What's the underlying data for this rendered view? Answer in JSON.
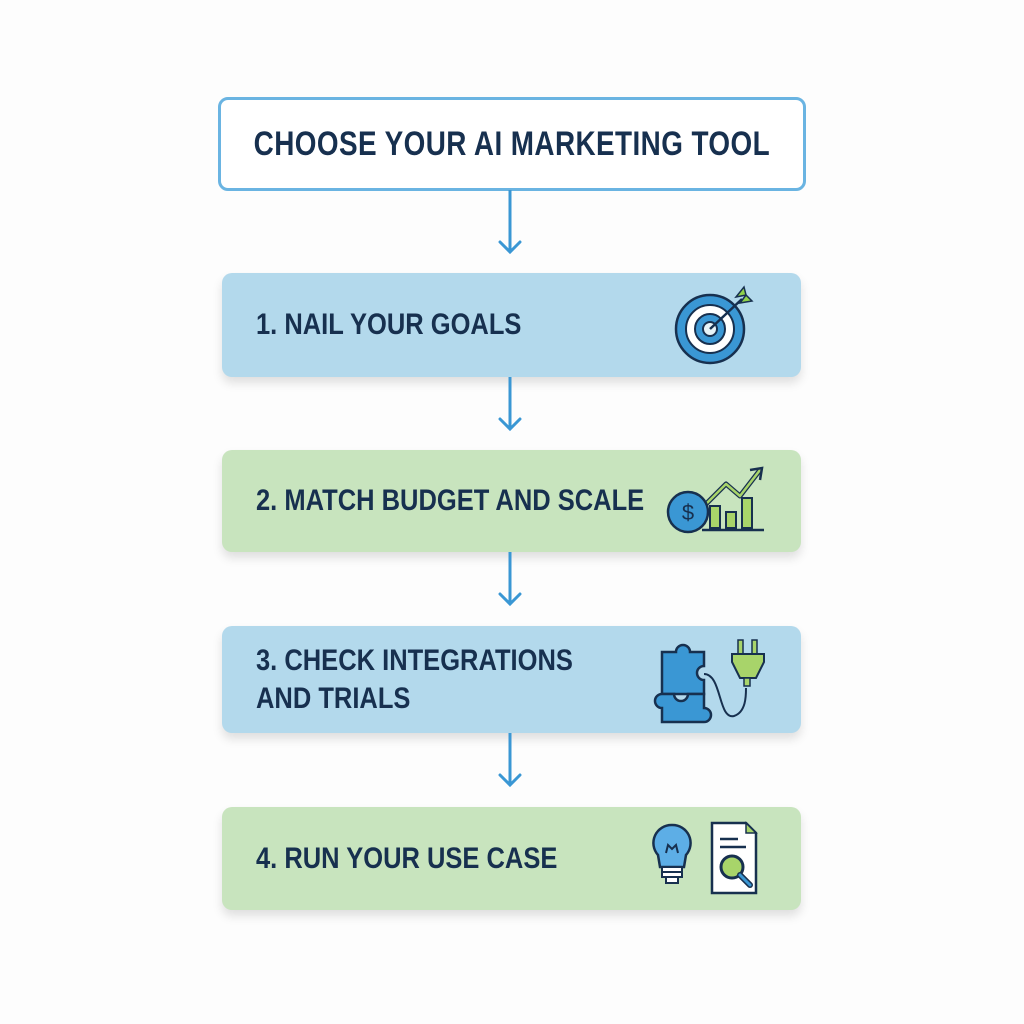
{
  "title": "CHOOSE YOUR AI MARKETING TOOL",
  "steps": [
    {
      "label": "1. NAIL YOUR GOALS",
      "icon": "target-icon",
      "color": "#b3d9ec"
    },
    {
      "label": "2. MATCH BUDGET AND SCALE",
      "icon": "budget-growth-icon",
      "color": "#c8e4be"
    },
    {
      "label": "3. CHECK INTEGRATIONS\nAND TRIALS",
      "icon": "puzzle-plug-icon",
      "color": "#b3d9ec"
    },
    {
      "label": "4. RUN YOUR USE CASE",
      "icon": "lightbulb-document-icon",
      "color": "#c8e4be"
    }
  ],
  "colors": {
    "text": "#17304f",
    "arrow": "#3a97d4",
    "title_border": "#6ab4e2",
    "blue_box": "#b3d9ec",
    "green_box": "#c8e4be"
  }
}
